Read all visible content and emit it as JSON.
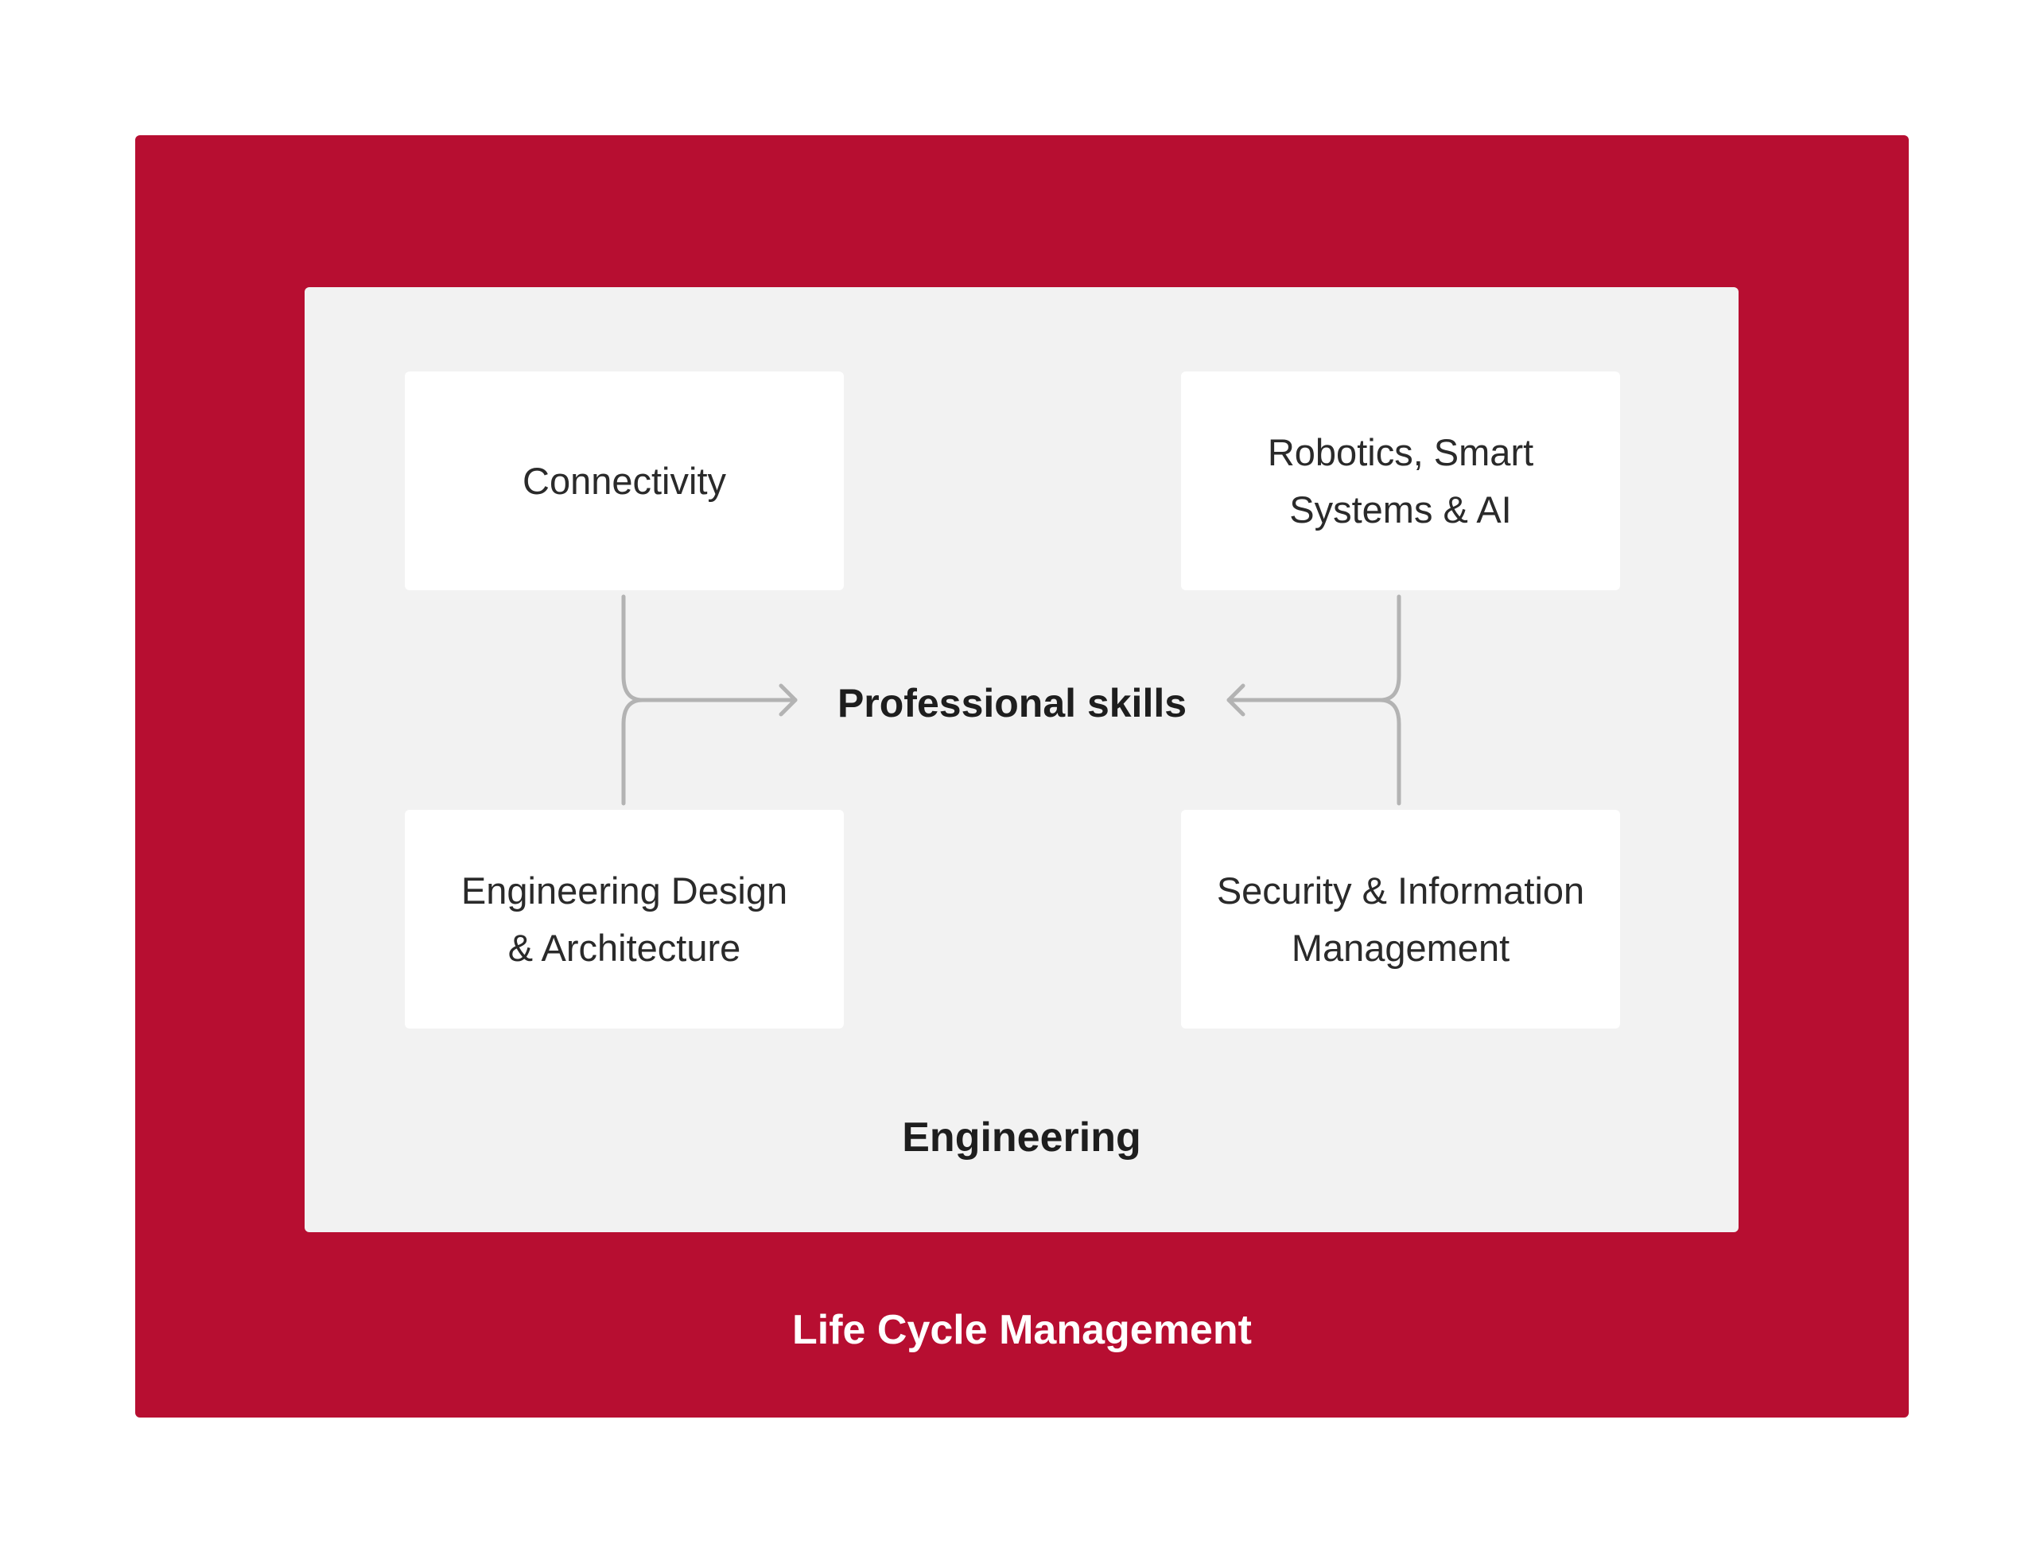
{
  "colors": {
    "outer_frame": "#b70e31",
    "inner_panel": "#f2f2f2",
    "node_background": "#ffffff",
    "connector": "#b3b3b3",
    "text_dark": "#1e1e1e",
    "text_light": "#ffffff"
  },
  "diagram": {
    "outer_title": "Life Cycle Management",
    "inner_title": "Engineering",
    "center_label": "Professional skills",
    "nodes": {
      "top_left": [
        "Connectivity"
      ],
      "top_right": [
        "Robotics, Smart",
        "Systems & AI"
      ],
      "bottom_left": [
        "Engineering Design",
        "& Architecture"
      ],
      "bottom_right": [
        "Security & Information",
        "Management"
      ]
    }
  }
}
